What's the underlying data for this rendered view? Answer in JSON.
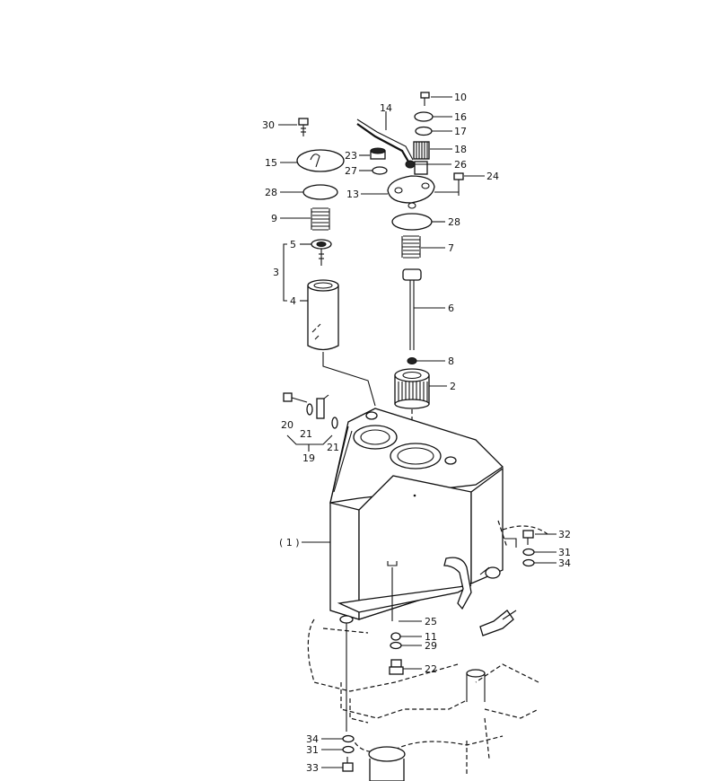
{
  "labels": {
    "p1": "( 1 )",
    "p2": "2",
    "p3": "3",
    "p4": "4",
    "p5": "5",
    "p6": "6",
    "p7": "7",
    "p8": "8",
    "p9": "9",
    "p10": "10",
    "p11": "11",
    "p13": "13",
    "p14": "14",
    "p15": "15",
    "p16": "16",
    "p17": "17",
    "p18": "18",
    "p19": "19",
    "p20": "20",
    "p21a": "21",
    "p21b": "21",
    "p22": "22",
    "p23": "23",
    "p24": "24",
    "p25": "25",
    "p26": "26",
    "p27": "27",
    "p28a": "28",
    "p28b": "28",
    "p29": "29",
    "p30": "30",
    "p31a": "31",
    "p31b": "31",
    "p32": "32",
    "p33": "33",
    "p34a": "34",
    "p34b": "34"
  }
}
